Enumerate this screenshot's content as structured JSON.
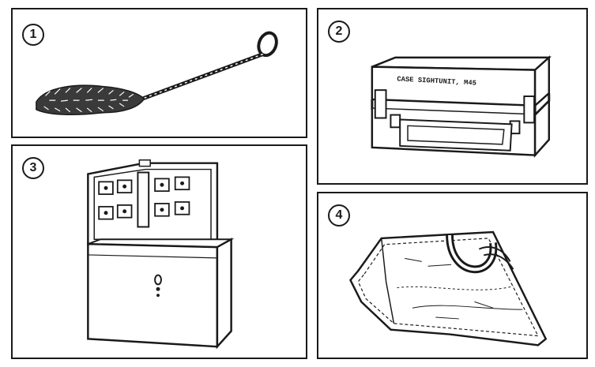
{
  "panels": [
    {
      "number": "1",
      "item": "bore-brush"
    },
    {
      "number": "2",
      "item": "sightunit-carrying-case",
      "stencil": "CASE SIGHTUNIT, M45"
    },
    {
      "number": "3",
      "item": "open-storage-box"
    },
    {
      "number": "4",
      "item": "canvas-cover-bag"
    }
  ]
}
